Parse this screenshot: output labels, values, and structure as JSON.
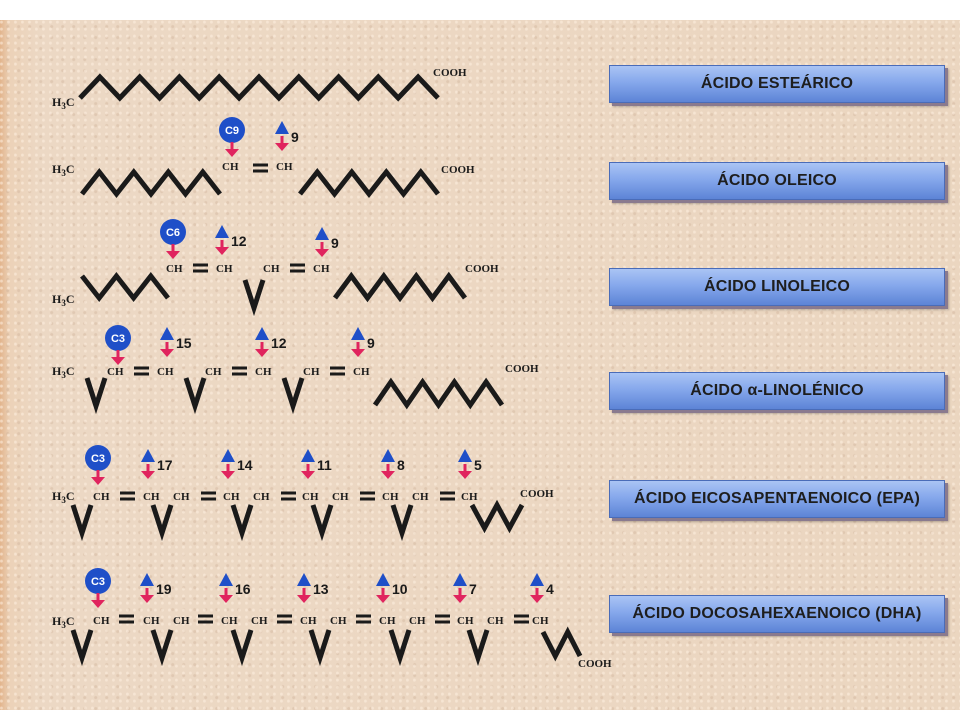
{
  "acids": [
    {
      "name": "ÁCIDO ESTEÁRICO"
    },
    {
      "name": "ÁCIDO OLEICO",
      "omega": "C9",
      "bonds": [
        "9"
      ]
    },
    {
      "name": "ÁCIDO LINOLEICO",
      "omega": "C6",
      "bonds": [
        "12",
        "9"
      ]
    },
    {
      "name": "ÁCIDO α-LINOLÉNICO",
      "omega": "C3",
      "bonds": [
        "15",
        "12",
        "9"
      ]
    },
    {
      "name": "ÁCIDO EICOSAPENTAENOICO (EPA)",
      "omega": "C3",
      "bonds": [
        "17",
        "14",
        "11",
        "8",
        "5"
      ]
    },
    {
      "name": "ÁCIDO DOCOSAHEXAENOICO (DHA)",
      "omega": "C3",
      "bonds": [
        "19",
        "16",
        "13",
        "10",
        "7",
        "4"
      ]
    }
  ],
  "groups": {
    "methyl": "H",
    "methyl_sub": "3",
    "methyl_c": "C",
    "carboxyl": "COOH",
    "ch": "CH"
  },
  "colors": {
    "circle": "#1f4fc8",
    "triangle": "#1f4fc8",
    "arrow": "#e0245e",
    "chain": "#1a1a1a",
    "box_top": "#aac4f4",
    "box_bottom": "#5d84d6"
  }
}
